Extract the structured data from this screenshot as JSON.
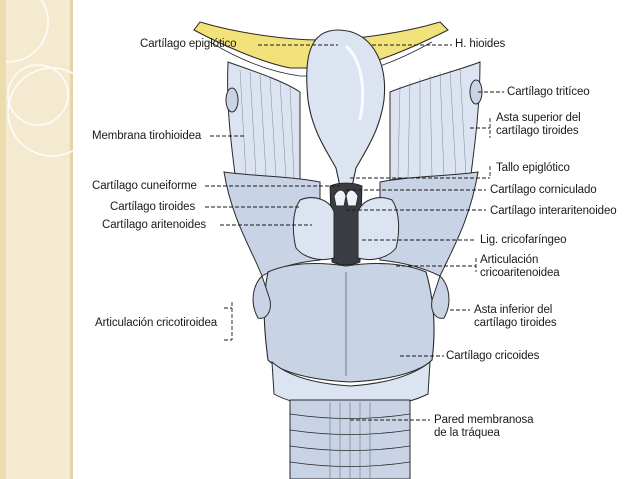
{
  "labels_left": {
    "cartilago_epiglotico": "Cartílago epiglótico",
    "membrana_tirohioidea": "Membrana tirohioidea",
    "cartilago_cuneiforme": "Cartílago cuneiforme",
    "cartilago_tiroides": "Cartílago tiroides",
    "cartilago_aritenoides": "Cartílago aritenoides",
    "articulacion_cricotiroidea": "Articulación cricotiroidea"
  },
  "labels_right": {
    "hioides": "H. hioides",
    "cartilago_triticeo": "Cartílago tritíceo",
    "asta_superior_1": "Asta superior del",
    "asta_superior_2": "cartílago tiroides",
    "tallo_epiglotico": "Tallo epiglótico",
    "cartilago_corniculado": "Cartílago corniculado",
    "cartilago_interaritenoideo": "Cartílago interaritenoideo",
    "lig_cricofaringeo": "Lig. cricofaríngeo",
    "articulacion_cricoaritenoidea_1": "Articulación",
    "articulacion_cricoaritenoidea_2": "cricoaritenoidea",
    "asta_inferior_1": "Asta inferior del",
    "asta_inferior_2": "cartílago tiroides",
    "cartilago_cricoides": "Cartílago cricoides",
    "pared_membranosa_1": "Pared membranosa",
    "pared_membranosa_2": "de la tráquea"
  },
  "colors": {
    "sidebar": "#f4ead0",
    "cartilage": "#c9d3e6",
    "cartilage_light": "#dde4f1",
    "hyoid": "#f2e27a",
    "outline": "#2a2a2a"
  }
}
